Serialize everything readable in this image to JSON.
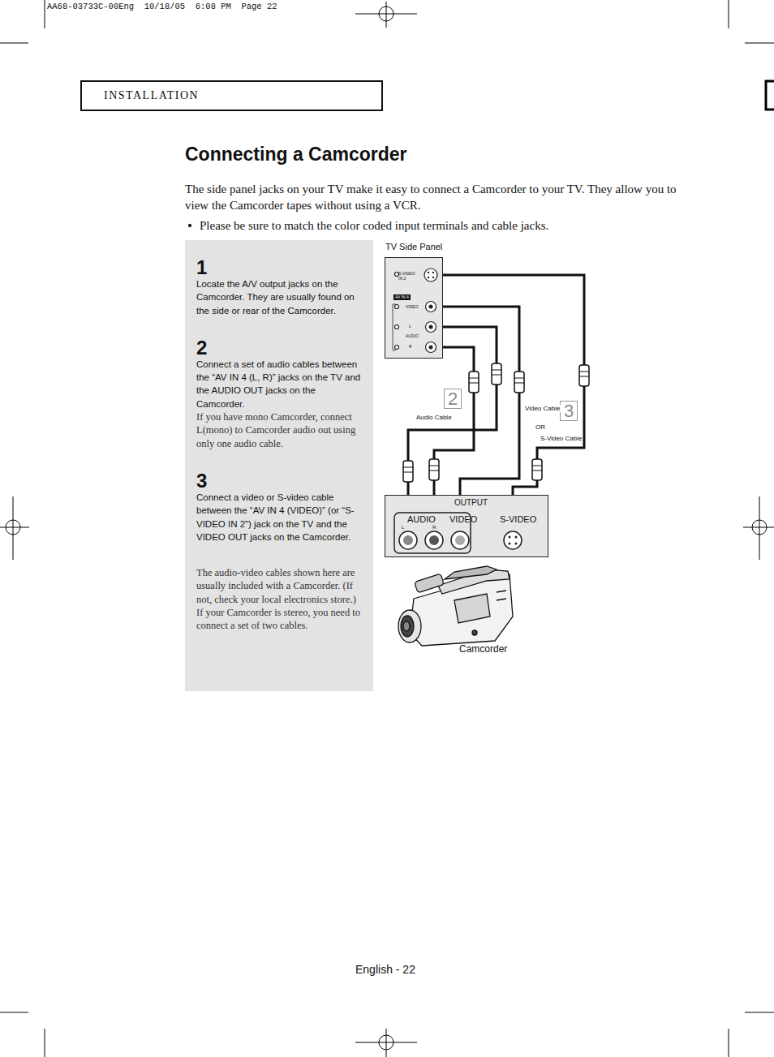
{
  "diagram": {
    "title": "Connecting a Camcorder",
    "nodes": [
      {
        "text": [
          "INSTALLATION"
        ]
      },
      {
        "text": [
          "1",
          "Locate the A/V output jacks on the Camcorder. They are usually found on the side or rear of the Camcorder.",
          "2",
          "Connect a set of audio cables between the “AV IN 4 (L, R)” jacks on the TV and the AUDIO OUT jacks on the Camcorder.",
          "If you have mono Camcorder, connect L(mono) to Camcorder audio out using only one audio cable.",
          "3",
          "Connect a video or S-video cable between the “AV IN 4 (VIDEO)” (or “S-VIDEO IN 2”) jack on the TV and the VIDEO OUT jacks on the Camcorder.",
          "The audio-video cables shown here are usually included with a Camcorder. (If not, check your local electronics store.) If your Camcorder is stereo, you need to connect a set of two cables."
        ]
      },
      {
        "text": [
          "TV Side Panel",
          "S-VIDEO IN 2",
          "AV IN 4",
          "VIDEO",
          "L",
          "AUDIO",
          "R"
        ]
      },
      {
        "text": [
          "OUTPUT",
          "AUDIO",
          "VIDEO",
          "S-VIDEO",
          "L",
          "R"
        ]
      }
    ],
    "edges": [
      {
        "from": 3,
        "to": 2,
        "arrow": "none",
        "label": "Audio Cable"
      },
      {
        "from": 3,
        "to": 2,
        "arrow": "none"
      },
      {
        "from": 3,
        "to": 2,
        "arrow": "none",
        "label": "Video Cable"
      },
      {
        "from": 3,
        "to": 2,
        "arrow": "none",
        "label": "S-Video Cable"
      }
    ],
    "labels": [
      "AA68-03733C-00Eng  10/18/05  6:08 PM  Page 22",
      "The side panel jacks on your TV make it easy to connect a Camcorder to your TV. They allow you to view the Camcorder tapes without using a VCR.",
      "Please be sure to match the color coded input terminals and cable jacks.",
      "OR",
      "2",
      "3",
      "Camcorder",
      "English - 22"
    ]
  }
}
